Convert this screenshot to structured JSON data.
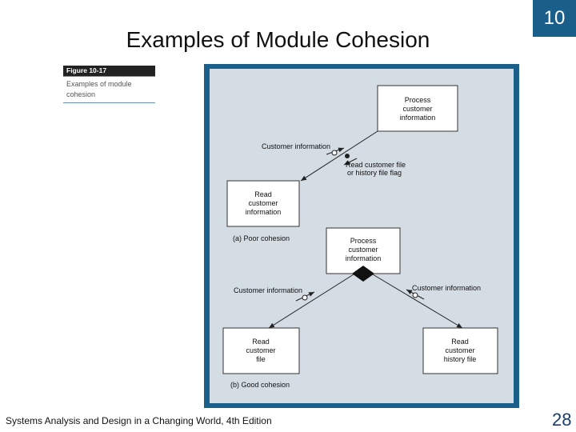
{
  "slide": {
    "title": "Examples of Module Cohesion",
    "chapter": "10",
    "page_number": "28",
    "footer": "Systems Analysis and Design in a Changing World, 4th Edition"
  },
  "figure": {
    "label": "Figure 10-17",
    "caption_line1": "Examples of module",
    "caption_line2": "cohesion"
  },
  "diagram": {
    "poor": {
      "top_module": [
        "Process",
        "customer",
        "information"
      ],
      "bottom_module": [
        "Read",
        "customer",
        "information"
      ],
      "flow_up": "Customer information",
      "flow_down_1": "Read customer file",
      "flow_down_2": "or history file flag",
      "caption": "(a) Poor cohesion"
    },
    "good": {
      "top_module": [
        "Process",
        "customer",
        "information"
      ],
      "left_module": [
        "Read",
        "customer",
        "file"
      ],
      "right_module": [
        "Read",
        "customer",
        "history file"
      ],
      "left_flow": "Customer information",
      "right_flow": "Customer information",
      "caption": "(b) Good cohesion"
    }
  },
  "colors": {
    "chapter_box": "#1a5f8a",
    "panel_border": "#1a5f8a",
    "panel_fill": "#d4dce4"
  }
}
